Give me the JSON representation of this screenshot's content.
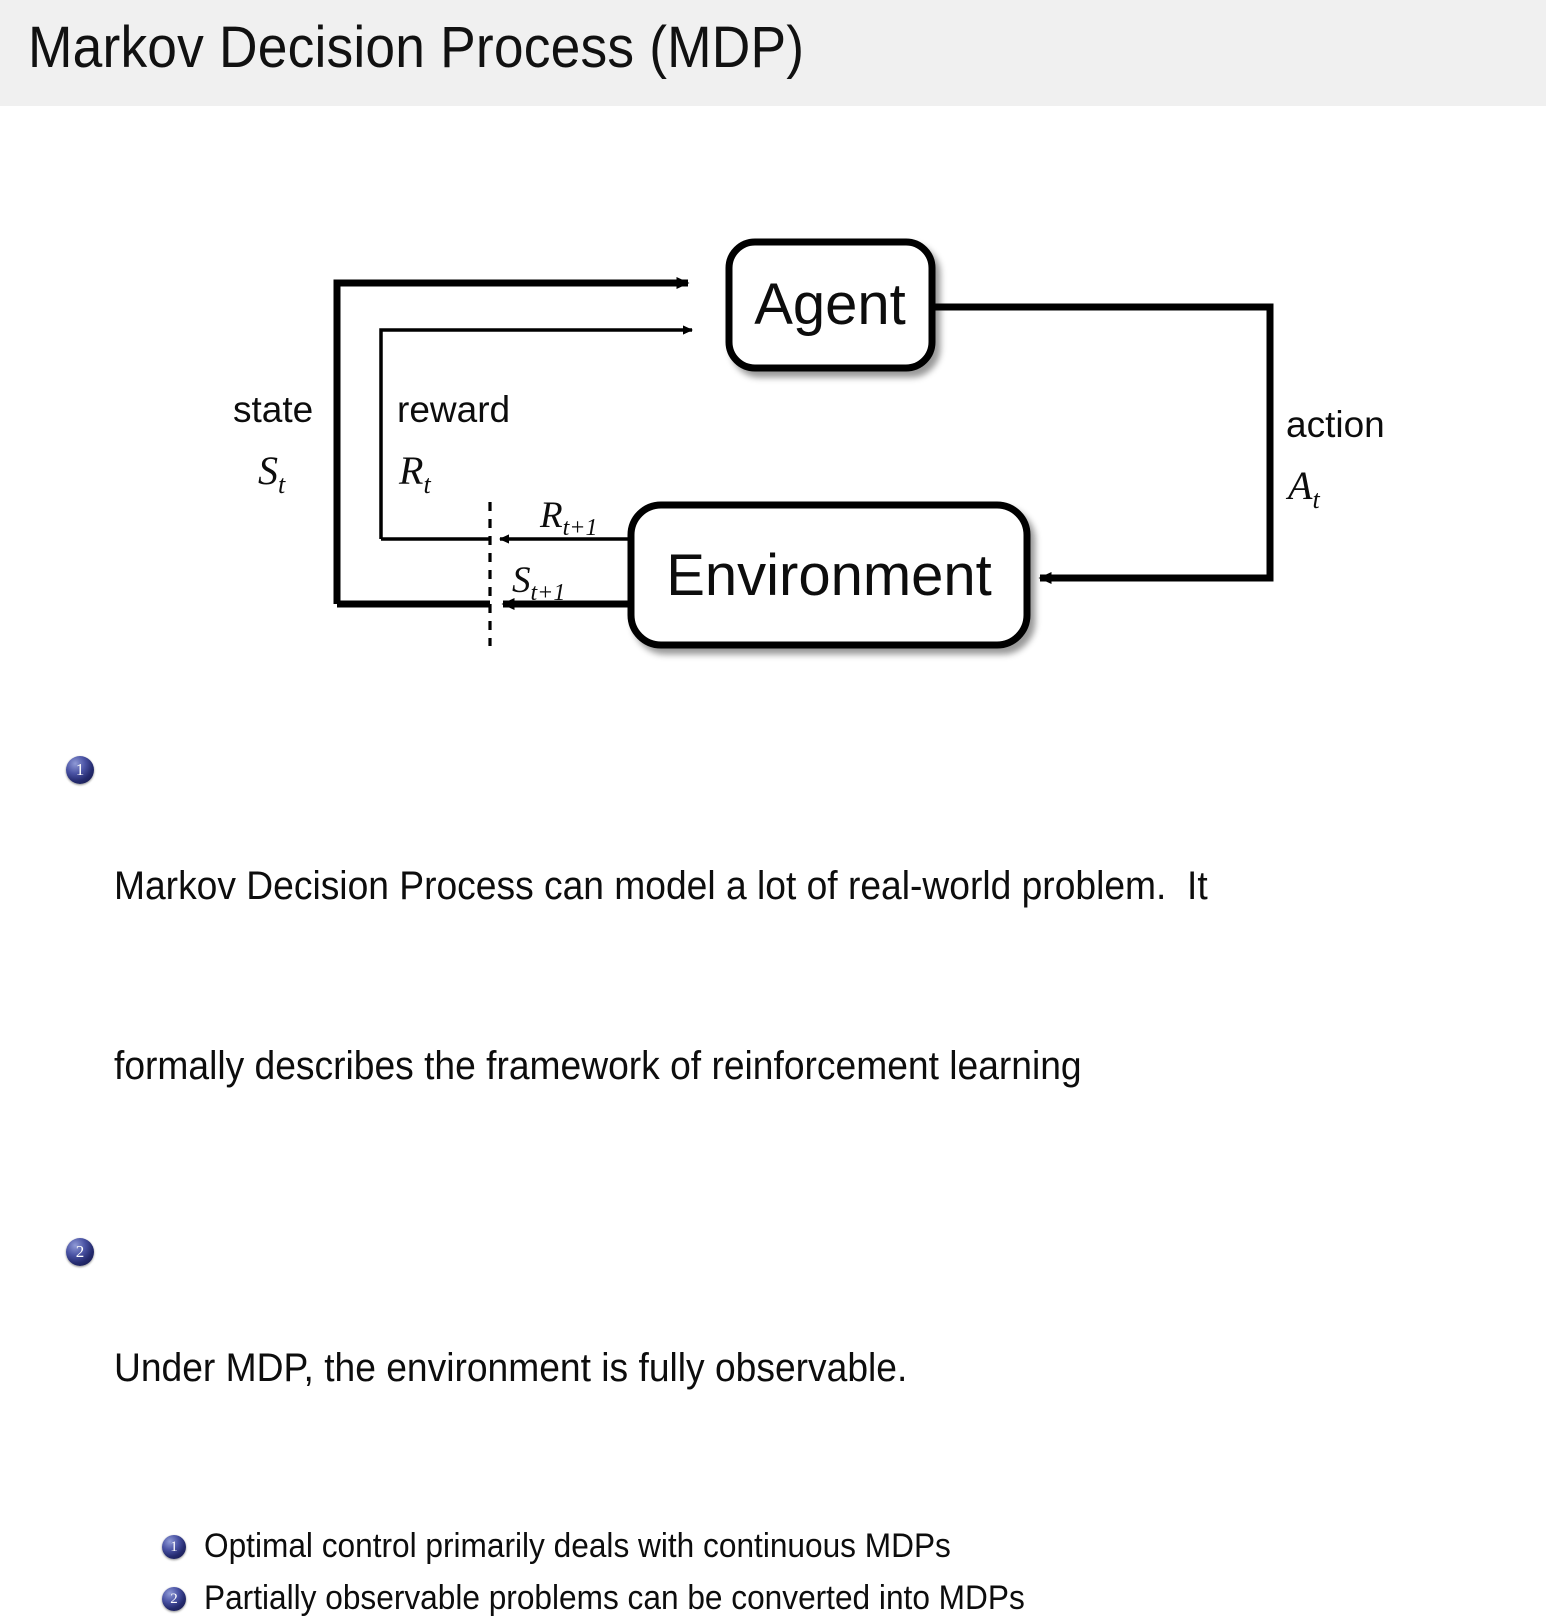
{
  "slide": {
    "title": "Markov Decision Process (MDP)",
    "header_bg": "#f0f0f0",
    "page_bg": "#ffffff",
    "text_color": "#0d0d0d"
  },
  "diagram": {
    "name": "agent-environment-interaction-loop",
    "nodes": {
      "agent": "Agent",
      "environment": "Environment"
    },
    "edge_labels": {
      "state_word": "state",
      "state_symbol": "S",
      "state_sub": "t",
      "reward_word": "reward",
      "reward_symbol": "R",
      "reward_sub": "t",
      "action_word": "action",
      "action_symbol": "A",
      "action_sub": "t",
      "reward_next_symbol": "R",
      "reward_next_sub": "t+1",
      "state_next_symbol": "S",
      "state_next_sub": "t+1"
    },
    "stroke_color": "#000000",
    "node_fill": "#ffffff"
  },
  "bullets": {
    "marker_color": "#242a6e",
    "level1": [
      {
        "number": "1",
        "line1": "Markov Decision Process can model a lot of real-world problem.  It",
        "line2": "formally describes the framework of reinforcement learning"
      },
      {
        "number": "2",
        "line1": "Under MDP, the environment is fully observable.",
        "line2": ""
      }
    ],
    "level2": [
      {
        "number": "1",
        "text": "Optimal control primarily deals with continuous MDPs"
      },
      {
        "number": "2",
        "text": "Partially observable problems can be converted into MDPs"
      }
    ]
  }
}
